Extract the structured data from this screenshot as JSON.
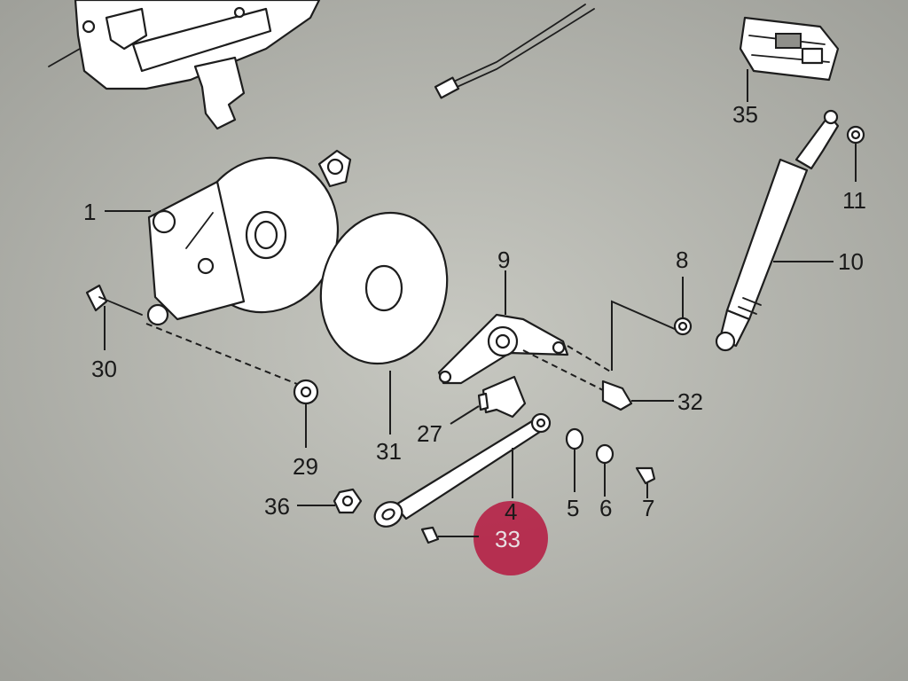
{
  "callouts": {
    "c1": "1",
    "c4": "4",
    "c5": "5",
    "c6": "6",
    "c7": "7",
    "c8": "8",
    "c9": "9",
    "c10": "10",
    "c11": "11",
    "c27": "27",
    "c29": "29",
    "c30": "30",
    "c31": "31",
    "c32": "32",
    "c33": "33",
    "c35": "35",
    "c36": "36"
  },
  "highlight": {
    "part_number": "33",
    "color": "#b5173f"
  },
  "colors": {
    "paper": "#b9bab3",
    "ink": "#1d1d1d"
  }
}
